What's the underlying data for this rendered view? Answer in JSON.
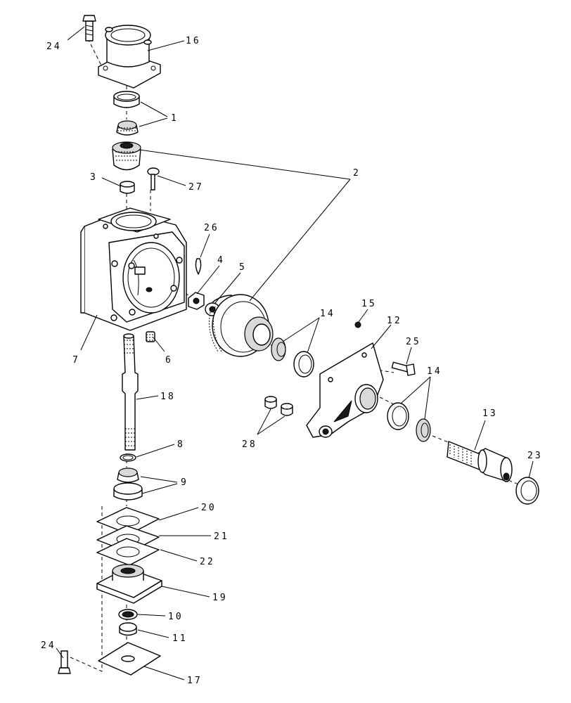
{
  "labels": {
    "p1": "1",
    "p2": "2",
    "p3": "3",
    "p4": "4",
    "p5": "5",
    "p6": "6",
    "p7": "7",
    "p8": "8",
    "p9": "9",
    "p10": "10",
    "p11": "11",
    "p12": "12",
    "p13": "13",
    "p14a": "14",
    "p14b": "14",
    "p15": "15",
    "p16": "16",
    "p17": "17",
    "p18": "18",
    "p19": "19",
    "p20": "20",
    "p21": "21",
    "p22": "22",
    "p23": "23",
    "p24a": "24",
    "p24b": "24",
    "p25": "25",
    "p26": "26",
    "p27": "27",
    "p28": "28"
  }
}
